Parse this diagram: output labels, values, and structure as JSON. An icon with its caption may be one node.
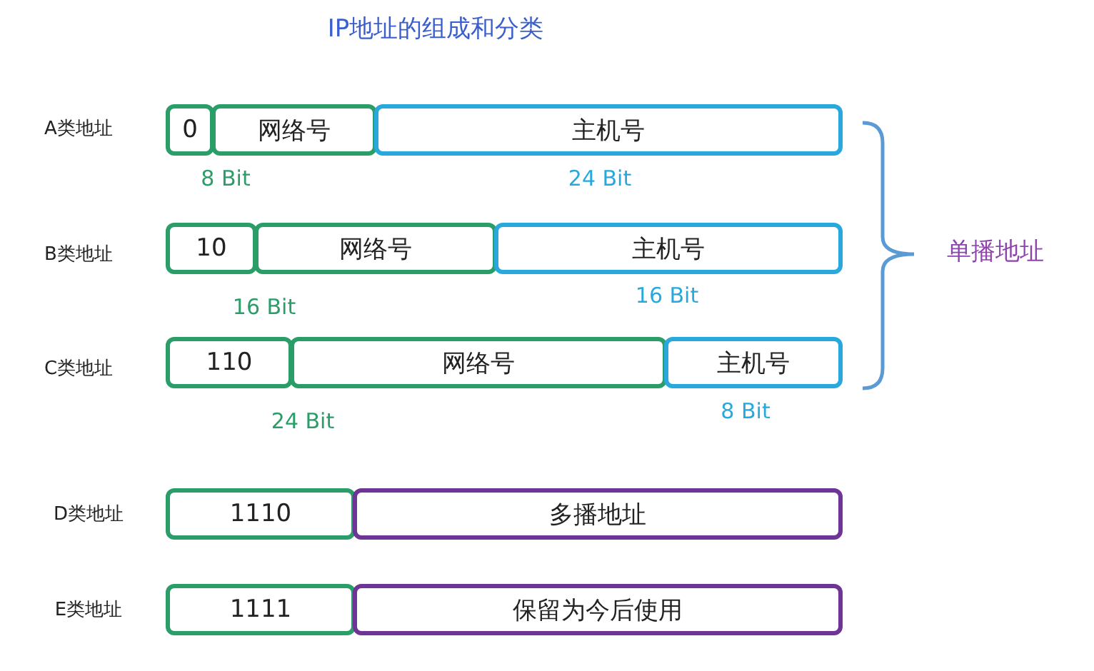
{
  "diagram": {
    "title": "IP地址的组成和分类",
    "nodes": [
      {
        "text": [
          "0"
        ]
      },
      {
        "text": [
          "网络号"
        ]
      },
      {
        "text": [
          "主机号"
        ]
      },
      {
        "text": [
          "10"
        ]
      },
      {
        "text": [
          "网络号"
        ]
      },
      {
        "text": [
          "主机号"
        ]
      },
      {
        "text": [
          "110"
        ]
      },
      {
        "text": [
          "网络号"
        ]
      },
      {
        "text": [
          "主机号"
        ]
      },
      {
        "text": [
          "1110"
        ]
      },
      {
        "text": [
          "多播地址"
        ]
      },
      {
        "text": [
          "1111"
        ]
      },
      {
        "text": [
          "保留为今后使用"
        ]
      }
    ],
    "labels": [
      "A类地址",
      "8 Bit",
      "24 Bit",
      "B类地址",
      "单播地址",
      "16 Bit",
      "16 Bit",
      "C类地址",
      "24 Bit",
      "8 Bit",
      "D类地址",
      "E类地址"
    ]
  }
}
